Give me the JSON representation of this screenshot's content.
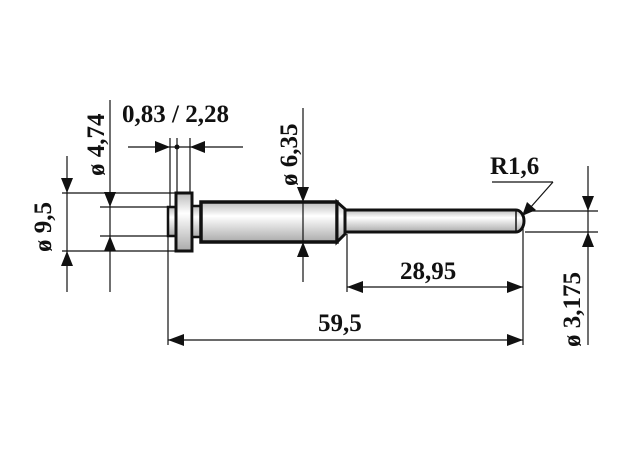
{
  "drawing": {
    "title": "Pin dimension drawing",
    "dimensions": {
      "dia_flange": "ø 9,5",
      "dia_hub": "ø 4,74",
      "flange_width": "0,83 / 2,28",
      "dia_body": "ø 6,35",
      "tip_radius": "R1,6",
      "shaft_length": "28,95",
      "total_length": "59,5",
      "dia_shaft": "ø 3,175"
    }
  }
}
